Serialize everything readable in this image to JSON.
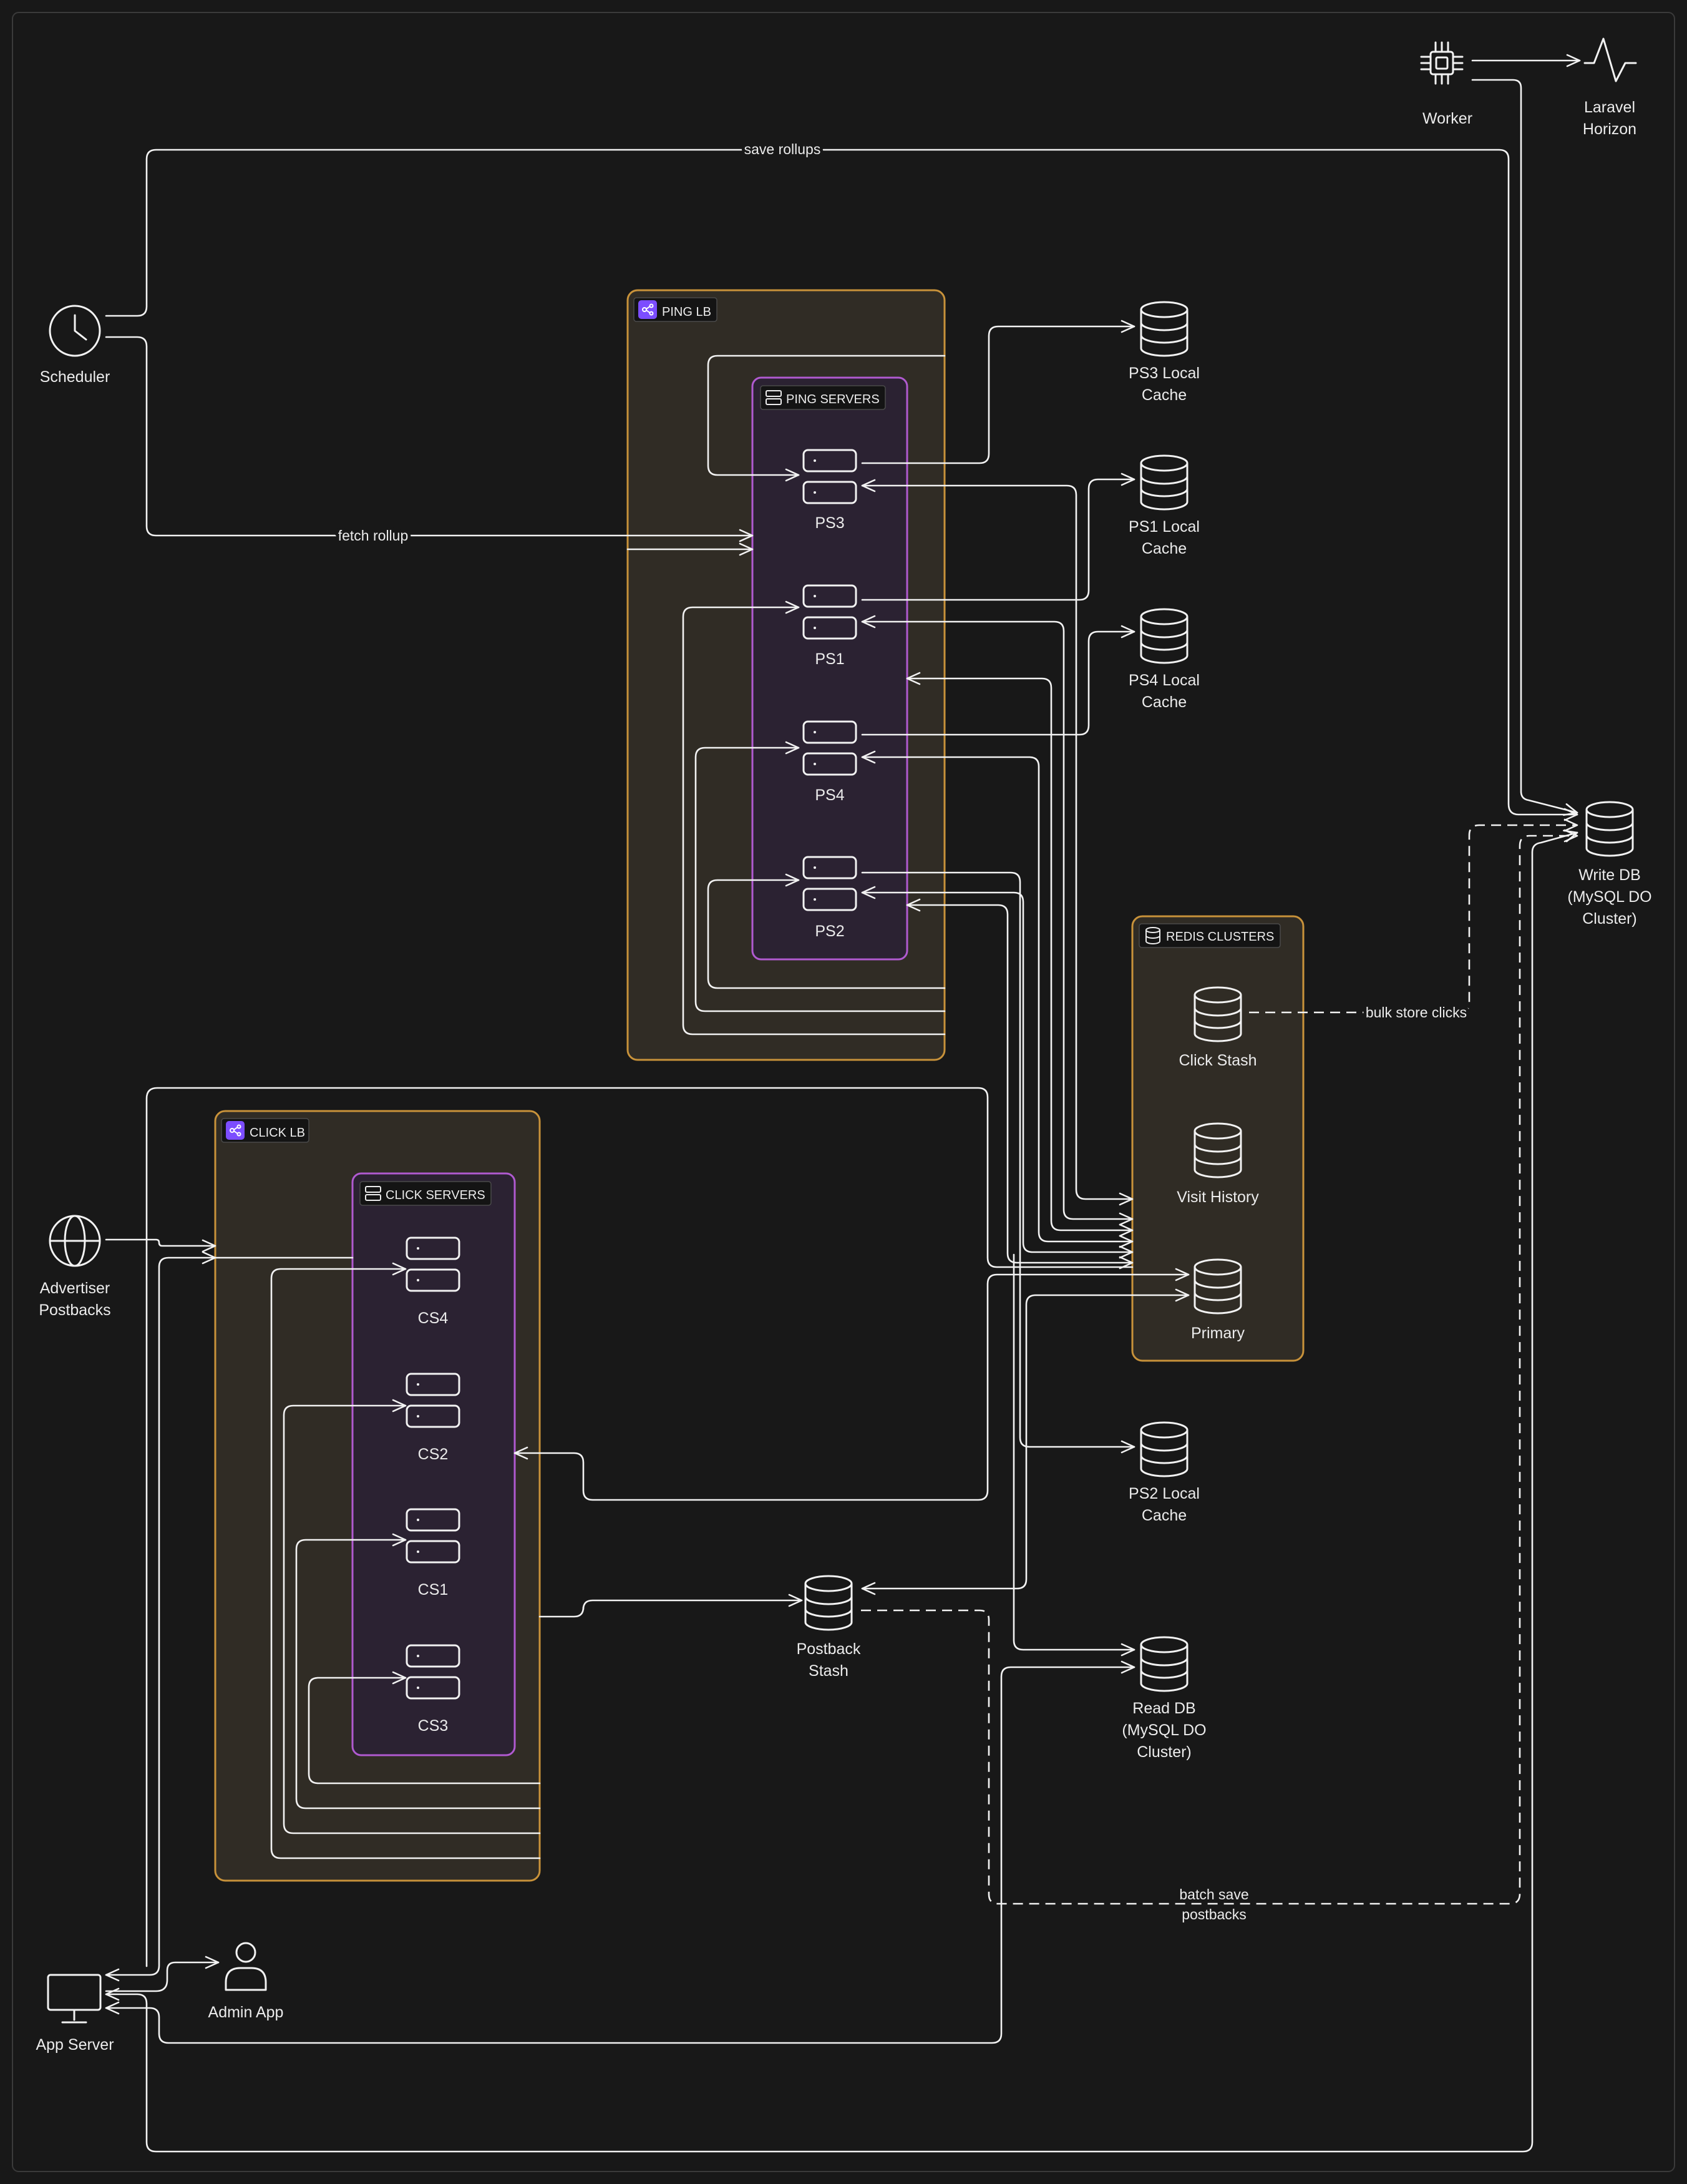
{
  "groups": {
    "ping_lb": "PING LB",
    "ping_servers": "PING SERVERS",
    "click_lb": "CLICK LB",
    "click_servers": "CLICK SERVERS",
    "redis": "REDIS CLUSTERS"
  },
  "nodes": {
    "worker": "Worker",
    "horizon": [
      "Laravel",
      "Horizon"
    ],
    "scheduler": "Scheduler",
    "ps3": "PS3",
    "ps1": "PS1",
    "ps4": "PS4",
    "ps2": "PS2",
    "ps3_cache": [
      "PS3 Local",
      "Cache"
    ],
    "ps1_cache": [
      "PS1 Local",
      "Cache"
    ],
    "ps4_cache": [
      "PS4 Local",
      "Cache"
    ],
    "ps2_cache": [
      "PS2 Local",
      "Cache"
    ],
    "write_db": [
      "Write DB",
      "(MySQL DO",
      "Cluster)"
    ],
    "click_stash": "Click Stash",
    "visit_history": "Visit History",
    "primary": "Primary",
    "advertiser": [
      "Advertiser",
      "Postbacks"
    ],
    "cs4": "CS4",
    "cs2": "CS2",
    "cs1": "CS1",
    "cs3": "CS3",
    "postback_stash": [
      "Postback",
      "Stash"
    ],
    "read_db": [
      "Read DB",
      "(MySQL DO",
      "Cluster)"
    ],
    "admin_app": "Admin App",
    "app_server": "App Server"
  },
  "edges": {
    "save_rollups": "save rollups",
    "fetch_rollup": "fetch rollup",
    "bulk_store_clicks": "bulk store clicks",
    "batch_save_postbacks": [
      "batch save",
      "postbacks"
    ]
  },
  "icons": {
    "worker": "cpu-icon",
    "horizon": "pulse-icon",
    "scheduler": "clock-icon",
    "database": "database-icon",
    "server": "server-icon",
    "globe": "globe-icon",
    "user": "user-icon",
    "monitor": "monitor-icon",
    "load_balancer": "load-balancer-icon"
  },
  "colors": {
    "background": "#181818",
    "load_balancer_border": "#c8923a",
    "server_group_border": "#b05ad0",
    "edge": "#f2f2f2"
  }
}
